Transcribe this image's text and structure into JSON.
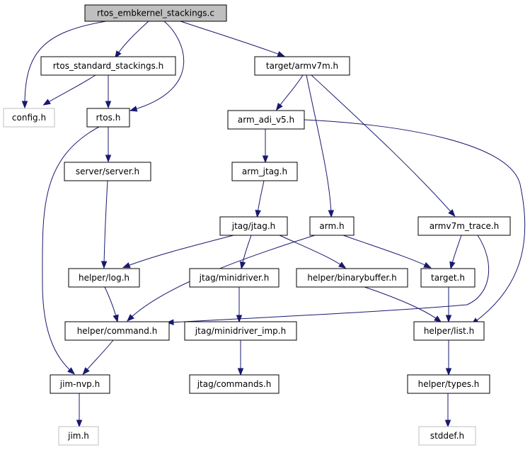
{
  "diagram": {
    "edge_color": "#191970",
    "nodes": [
      {
        "id": "n_root",
        "label": "rtos_embkernel_stackings.c",
        "style": "root"
      },
      {
        "id": "n_config",
        "label": "config.h",
        "style": "grey"
      },
      {
        "id": "n_rss",
        "label": "rtos_standard_stackings.h",
        "style": "normal"
      },
      {
        "id": "n_rtos",
        "label": "rtos.h",
        "style": "normal"
      },
      {
        "id": "n_armv7m",
        "label": "target/armv7m.h",
        "style": "normal"
      },
      {
        "id": "n_adi",
        "label": "arm_adi_v5.h",
        "style": "normal"
      },
      {
        "id": "n_server",
        "label": "server/server.h",
        "style": "normal"
      },
      {
        "id": "n_armjtag",
        "label": "arm_jtag.h",
        "style": "normal"
      },
      {
        "id": "n_jtag",
        "label": "jtag/jtag.h",
        "style": "normal"
      },
      {
        "id": "n_arm",
        "label": "arm.h",
        "style": "normal"
      },
      {
        "id": "n_trace",
        "label": "armv7m_trace.h",
        "style": "normal"
      },
      {
        "id": "n_log",
        "label": "helper/log.h",
        "style": "normal"
      },
      {
        "id": "n_minidrv",
        "label": "jtag/minidriver.h",
        "style": "normal"
      },
      {
        "id": "n_binbuf",
        "label": "helper/binarybuffer.h",
        "style": "normal"
      },
      {
        "id": "n_target",
        "label": "target.h",
        "style": "normal"
      },
      {
        "id": "n_command",
        "label": "helper/command.h",
        "style": "normal"
      },
      {
        "id": "n_minidrvimp",
        "label": "jtag/minidriver_imp.h",
        "style": "normal"
      },
      {
        "id": "n_list",
        "label": "helper/list.h",
        "style": "normal"
      },
      {
        "id": "n_jimnvp",
        "label": "jim-nvp.h",
        "style": "normal"
      },
      {
        "id": "n_commands",
        "label": "jtag/commands.h",
        "style": "normal"
      },
      {
        "id": "n_types",
        "label": "helper/types.h",
        "style": "normal"
      },
      {
        "id": "n_jim",
        "label": "jim.h",
        "style": "grey"
      },
      {
        "id": "n_stddef",
        "label": "stddef.h",
        "style": "grey"
      }
    ],
    "edges": [
      {
        "from": "n_root",
        "to": "n_config"
      },
      {
        "from": "n_root",
        "to": "n_rss"
      },
      {
        "from": "n_root",
        "to": "n_rtos"
      },
      {
        "from": "n_root",
        "to": "n_armv7m"
      },
      {
        "from": "n_rss",
        "to": "n_config"
      },
      {
        "from": "n_rss",
        "to": "n_rtos"
      },
      {
        "from": "n_rtos",
        "to": "n_server"
      },
      {
        "from": "n_rtos",
        "to": "n_jimnvp"
      },
      {
        "from": "n_armv7m",
        "to": "n_adi"
      },
      {
        "from": "n_armv7m",
        "to": "n_arm"
      },
      {
        "from": "n_armv7m",
        "to": "n_trace"
      },
      {
        "from": "n_adi",
        "to": "n_armjtag"
      },
      {
        "from": "n_adi",
        "to": "n_list"
      },
      {
        "from": "n_armjtag",
        "to": "n_jtag"
      },
      {
        "from": "n_server",
        "to": "n_log"
      },
      {
        "from": "n_jtag",
        "to": "n_log"
      },
      {
        "from": "n_jtag",
        "to": "n_minidrv"
      },
      {
        "from": "n_jtag",
        "to": "n_binbuf"
      },
      {
        "from": "n_arm",
        "to": "n_command"
      },
      {
        "from": "n_arm",
        "to": "n_target"
      },
      {
        "from": "n_trace",
        "to": "n_target"
      },
      {
        "from": "n_trace",
        "to": "n_command"
      },
      {
        "from": "n_log",
        "to": "n_command"
      },
      {
        "from": "n_minidrv",
        "to": "n_minidrvimp"
      },
      {
        "from": "n_binbuf",
        "to": "n_list"
      },
      {
        "from": "n_target",
        "to": "n_list"
      },
      {
        "from": "n_command",
        "to": "n_jimnvp"
      },
      {
        "from": "n_minidrvimp",
        "to": "n_commands"
      },
      {
        "from": "n_list",
        "to": "n_types"
      },
      {
        "from": "n_jimnvp",
        "to": "n_jim"
      },
      {
        "from": "n_types",
        "to": "n_stddef"
      }
    ]
  }
}
